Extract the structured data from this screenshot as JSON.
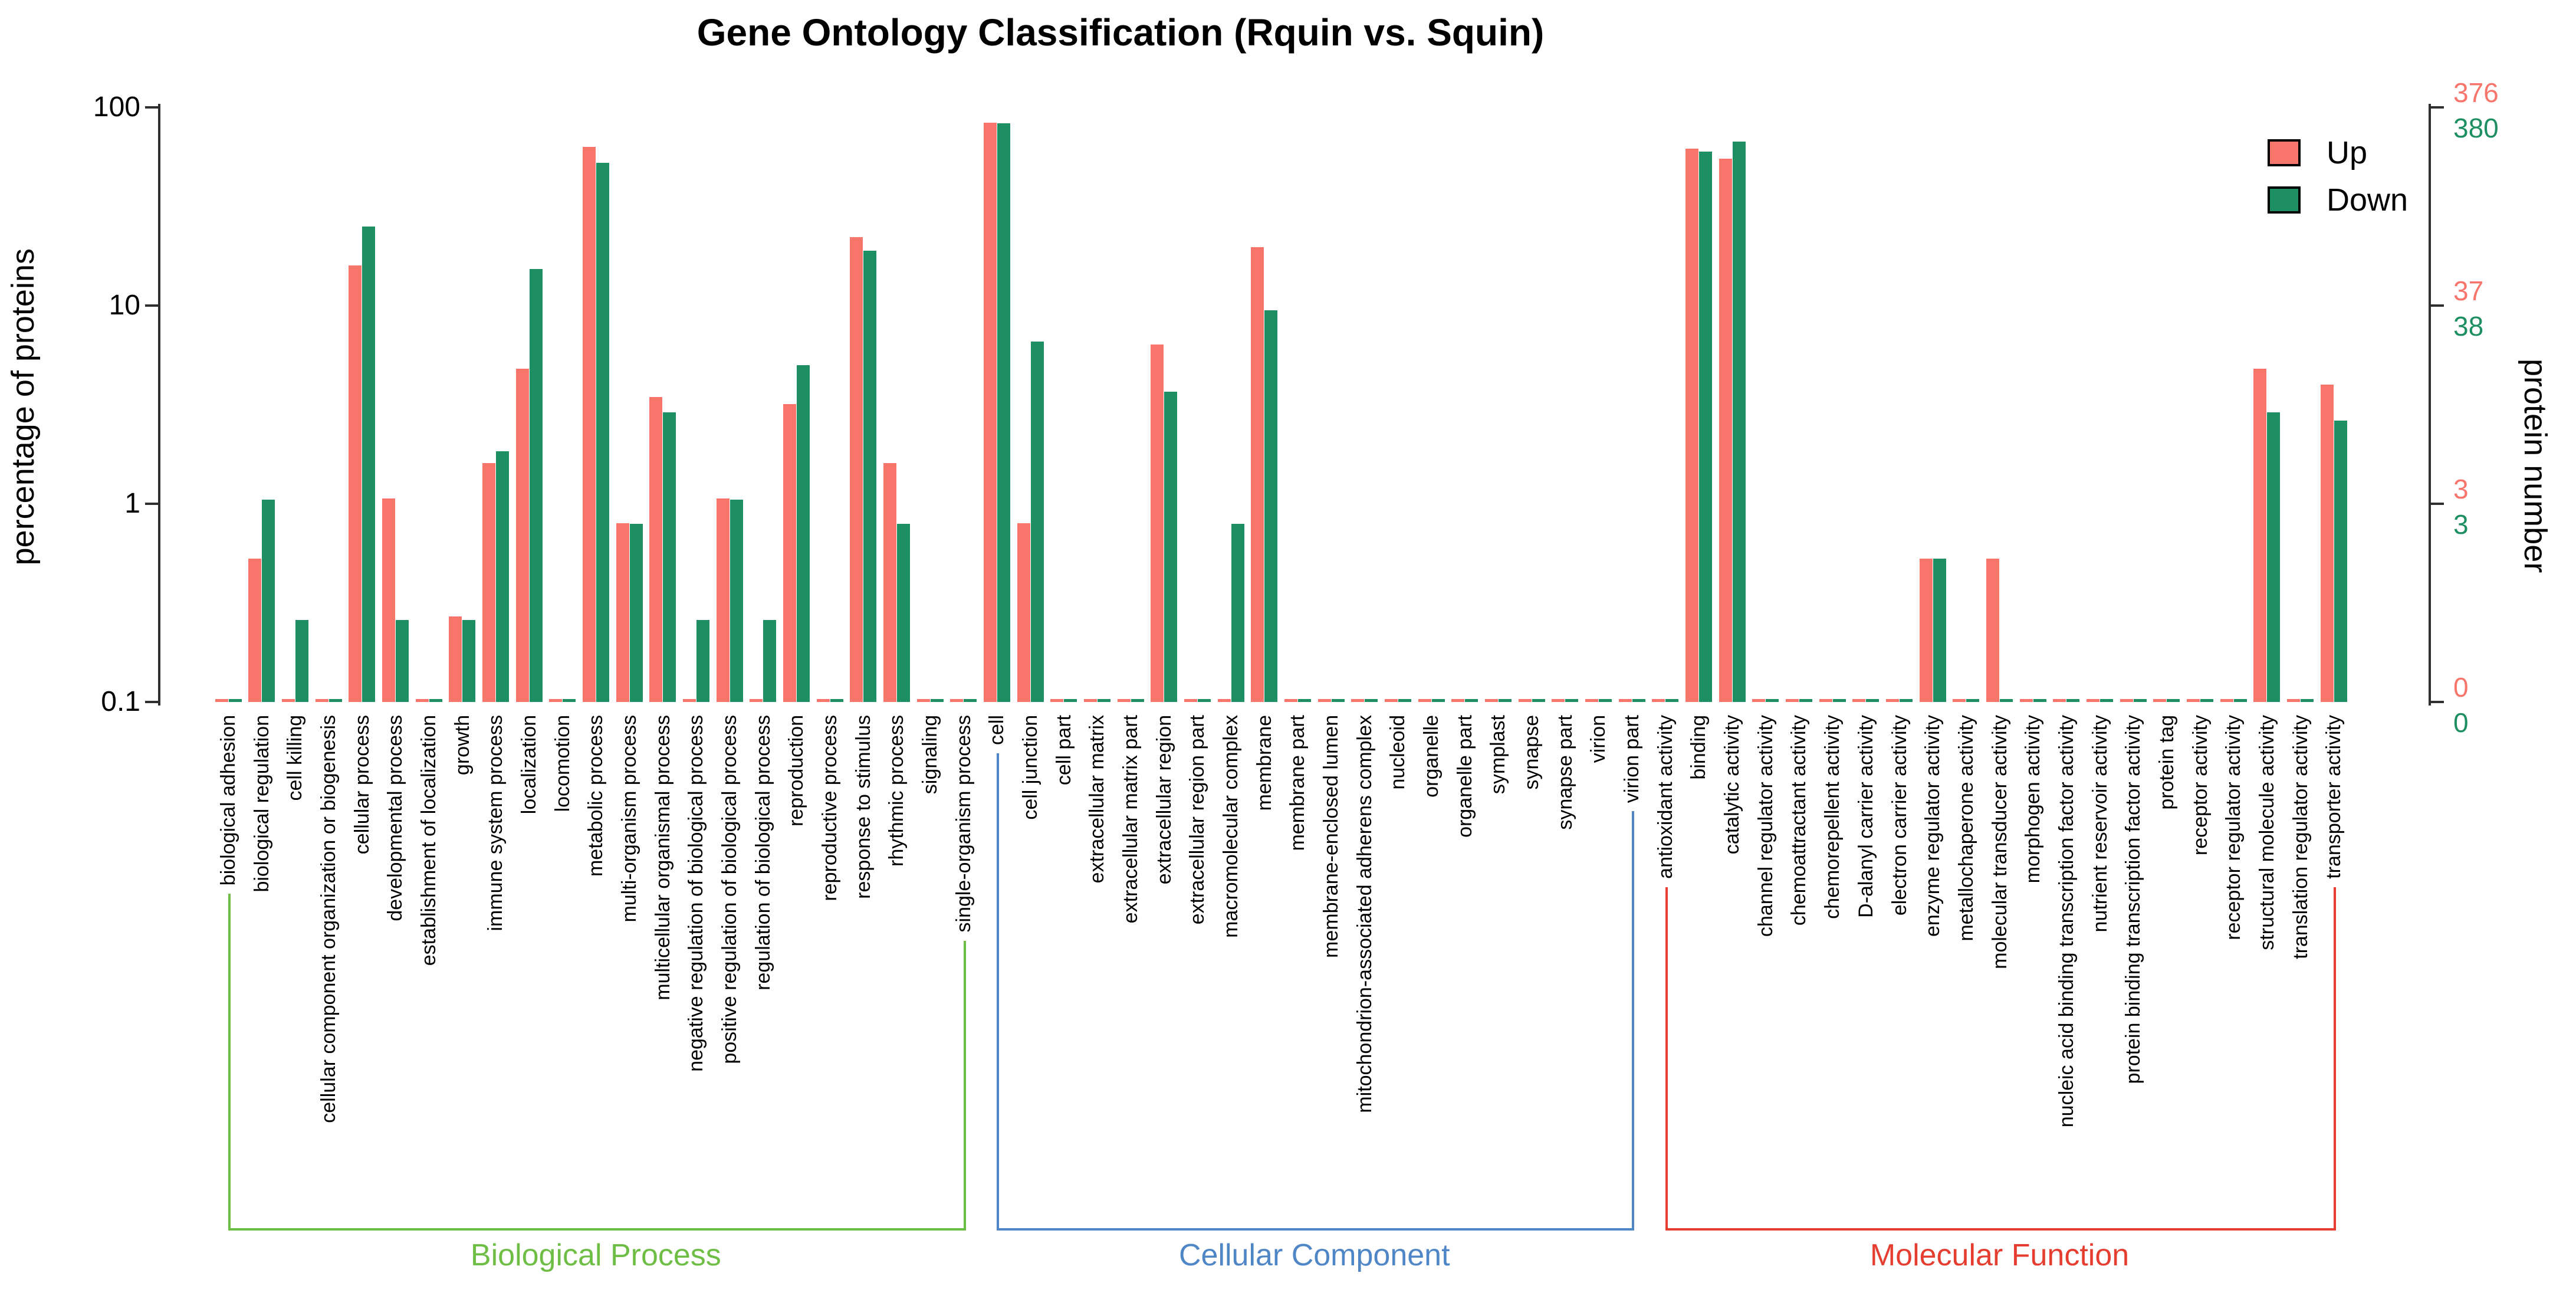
{
  "title": "Gene Ontology Classification (Rquin vs. Squin)",
  "legend": {
    "up_label": "Up",
    "down_label": "Down"
  },
  "axes": {
    "left_title": "percentage of proteins",
    "right_title": "protein number",
    "left_ticks": [
      "100",
      "10",
      "1",
      "0.1"
    ],
    "right_ticks_up": [
      "376",
      "37",
      "3",
      "0"
    ],
    "right_ticks_down": [
      "380",
      "38",
      "3",
      "0"
    ]
  },
  "colors": {
    "up": "#F8756C",
    "down": "#1E8F63",
    "bp_bracket": "#6EBE45",
    "cc_bracket": "#4F86C6",
    "mf_bracket": "#E53E30",
    "axis": "#2f2f2f"
  },
  "group_brackets": [
    {
      "label": "Biological Process",
      "color": "#6EBE45",
      "start": 0,
      "end": 22
    },
    {
      "label": "Cellular Component",
      "color": "#4F86C6",
      "start": 23,
      "end": 42
    },
    {
      "label": "Molecular Function",
      "color": "#E53E30",
      "start": 43,
      "end": 63
    }
  ],
  "chart_data": {
    "type": "bar",
    "y_scale": "log",
    "ylim": [
      0.1,
      100
    ],
    "grid": false,
    "legend_position": "top-right",
    "title": "Gene Ontology Classification (Rquin vs. Squin)",
    "xlabel": "",
    "ylabel": "percentage of proteins",
    "ylabel_right": "protein number",
    "up_total": 376,
    "down_total": 380,
    "categories": [
      "biological adhesion",
      "biological regulation",
      "cell killing",
      "cellular component organization or biogenesis",
      "cellular process",
      "developmental process",
      "establishment of localization",
      "growth",
      "immune system process",
      "localization",
      "locomotion",
      "metabolic process",
      "multi-organism process",
      "multicellular organismal process",
      "negative regulation of biological process",
      "positive regulation of biological process",
      "regulation of biological process",
      "reproduction",
      "reproductive process",
      "response to stimulus",
      "rhythmic process",
      "signaling",
      "single-organism process",
      "cell",
      "cell junction",
      "cell part",
      "extracellular matrix",
      "extracellular matrix part",
      "extracellular region",
      "extracellular region part",
      "macromolecular complex",
      "membrane",
      "membrane part",
      "membrane-enclosed lumen",
      "mitochondrion-associated adherens complex",
      "nucleoid",
      "organelle",
      "organelle part",
      "symplast",
      "synapse",
      "synapse part",
      "virion",
      "virion part",
      "antioxidant activity",
      "binding",
      "catalytic activity",
      "channel regulator activity",
      "chemoattractant activity",
      "chemorepellent activity",
      "D-alanyl carrier activity",
      "electron carrier activity",
      "enzyme regulator activity",
      "metallochaperone activity",
      "molecular transducer activity",
      "morphogen activity",
      "nucleic acid binding transcription factor activity",
      "nutrient reservoir activity",
      "protein binding transcription factor activity",
      "protein tag",
      "receptor activity",
      "receptor regulator activity",
      "structural molecule activity",
      "translation regulator activity",
      "transporter activity"
    ],
    "series": [
      {
        "name": "Up",
        "color": "#F8756C",
        "values": [
          0,
          0.53,
          0,
          0,
          15.96,
          1.06,
          0,
          0.27,
          1.6,
          4.79,
          0,
          63.3,
          0.8,
          3.46,
          0,
          1.06,
          0,
          3.19,
          0,
          22.07,
          1.6,
          0,
          0,
          83.8,
          0.8,
          0,
          0,
          0,
          6.38,
          0,
          0,
          19.68,
          0,
          0,
          0,
          0,
          0,
          0,
          0,
          0,
          0,
          0,
          0,
          0,
          61.97,
          55.05,
          0,
          0,
          0,
          0,
          0,
          0.53,
          0,
          0.53,
          0,
          0,
          0,
          0,
          0,
          0,
          0,
          4.79,
          0,
          3.99
        ]
      },
      {
        "name": "Down",
        "color": "#1E8F63",
        "values": [
          0,
          1.05,
          0.26,
          0,
          25.0,
          0.26,
          0,
          0.26,
          1.84,
          15.26,
          0,
          52.6,
          0.79,
          2.89,
          0.26,
          1.05,
          0.26,
          5.0,
          0,
          18.95,
          0.79,
          0,
          0,
          82.9,
          6.58,
          0,
          0,
          0,
          3.68,
          0,
          0.79,
          9.47,
          0,
          0,
          0,
          0,
          0,
          0,
          0,
          0,
          0,
          0,
          0,
          0,
          60.0,
          67.1,
          0,
          0,
          0,
          0,
          0,
          0.53,
          0,
          0,
          0,
          0,
          0,
          0,
          0,
          0,
          0,
          2.89,
          0,
          2.63
        ]
      }
    ]
  }
}
